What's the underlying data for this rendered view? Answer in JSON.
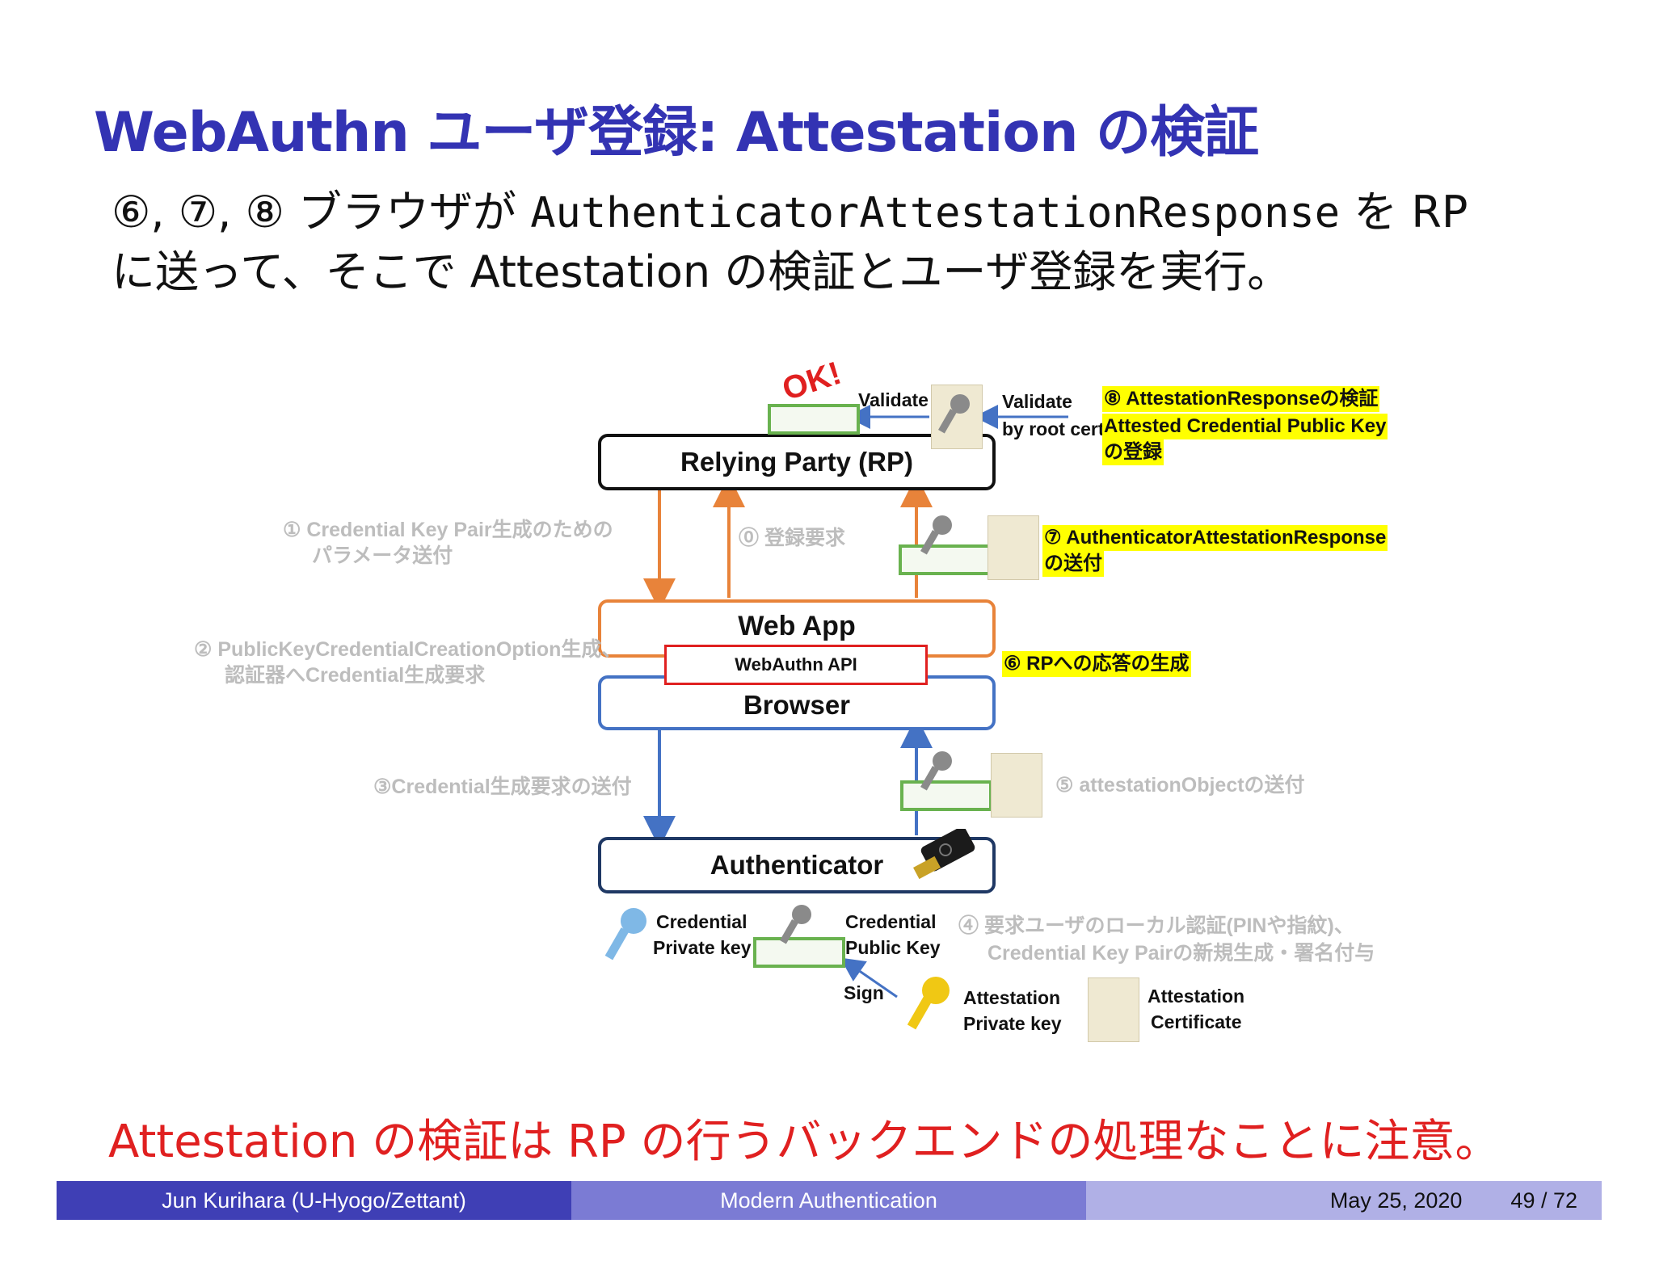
{
  "slide": {
    "title": "WebAuthn ユーザ登録: Attestation の検証",
    "intro_line1_prefix": "⑥, ⑦, ⑧ ブラウザが ",
    "intro_line1_code": "AuthenticatorAttestationResponse",
    "intro_line1_suffix": " を RP",
    "intro_line2": "に送って、そこで Attestation の検証とユーザ登録を実行。",
    "note": "Attestation の検証は RP の行うバックエンドの処理なことに注意。"
  },
  "diagram": {
    "ok_stamp": "OK!",
    "validate_label": "Validate",
    "validate_root_line1": "Validate",
    "validate_root_line2": "by root cert.",
    "boxes": {
      "rp": "Relying Party (RP)",
      "webapp": "Web App",
      "webauthn_api": "WebAuthn API",
      "browser": "Browser",
      "authenticator": "Authenticator"
    },
    "steps": {
      "s0": "⓪ 登録要求",
      "s1_line1": "① Credential Key Pair生成のための",
      "s1_line2": "パラメータ送付",
      "s2_line1": "② PublicKeyCredentialCreationOption生成、",
      "s2_line2": "認証器へCredential生成要求",
      "s3": "③Credential生成要求の送付",
      "s4_line1": "④ 要求ユーザのローカル認証(PINや指紋)、",
      "s4_line2": "Credential Key Pairの新規生成・署名付与",
      "s5": "⑤ attestationObjectの送付",
      "s6": "⑥ RPへの応答の生成",
      "s7_line1": "⑦ AuthenticatorAttestationResponse",
      "s7_line2": "の送付",
      "s8_line1": "⑧ AttestationResponseの検証",
      "s8_line2": "Attested Credential Public Key",
      "s8_line3": "の登録"
    },
    "keys": {
      "cred_private_line1": "Credential",
      "cred_private_line2": "Private key",
      "cred_public_line1": "Credential",
      "cred_public_line2": "Public Key",
      "sign": "Sign",
      "att_private_line1": "Attestation",
      "att_private_line2": "Private key",
      "att_cert_line1": "Attestation",
      "att_cert_line2": "Certificate"
    },
    "colors": {
      "orange": "#e8833a",
      "blue": "#4472c4",
      "red": "#e02020",
      "navy": "#1f3864",
      "highlight": "#ffff00",
      "green": "#69b24f"
    }
  },
  "footer": {
    "author": "Jun Kurihara  (U-Hyogo/Zettant)",
    "talk": "Modern Authentication",
    "date": "May 25, 2020",
    "page": "49 / 72"
  }
}
